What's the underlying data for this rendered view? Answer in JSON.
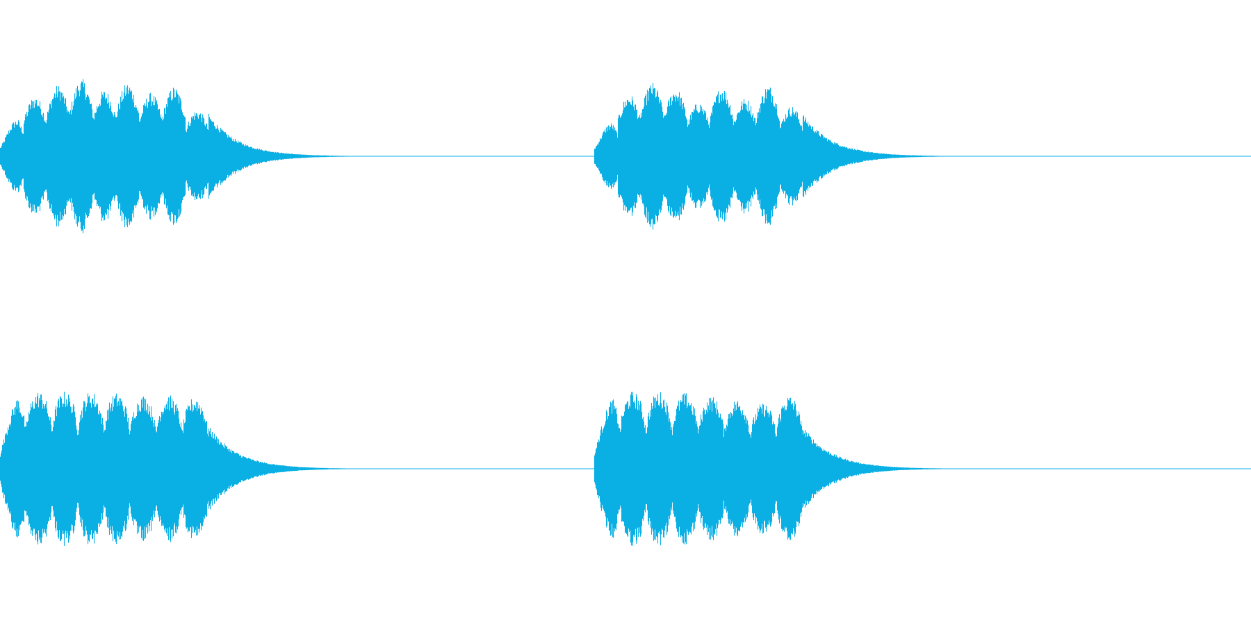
{
  "waveform": {
    "color": "#0aafe4",
    "background": "#ffffff",
    "channels": [
      {
        "name": "",
        "bursts": [
          {
            "shape": "rounded",
            "peaks": [
              0.55,
              0.78,
              0.92,
              1.0,
              0.86,
              0.95,
              0.82,
              0.9,
              0.6
            ]
          },
          {
            "shape": "rounded",
            "peaks": [
              0.5,
              0.8,
              0.95,
              0.88,
              0.7,
              0.9,
              0.75,
              0.92,
              0.65
            ]
          }
        ]
      },
      {
        "name": "",
        "bursts": [
          {
            "shape": "pulsed",
            "peaks": [
              1.0,
              1.0,
              1.0,
              1.0,
              0.98,
              0.95,
              0.95,
              0.93
            ]
          },
          {
            "shape": "pulsed",
            "peaks": [
              0.98,
              1.0,
              1.0,
              0.98,
              0.94,
              0.9,
              0.85,
              0.95
            ]
          }
        ]
      }
    ]
  }
}
